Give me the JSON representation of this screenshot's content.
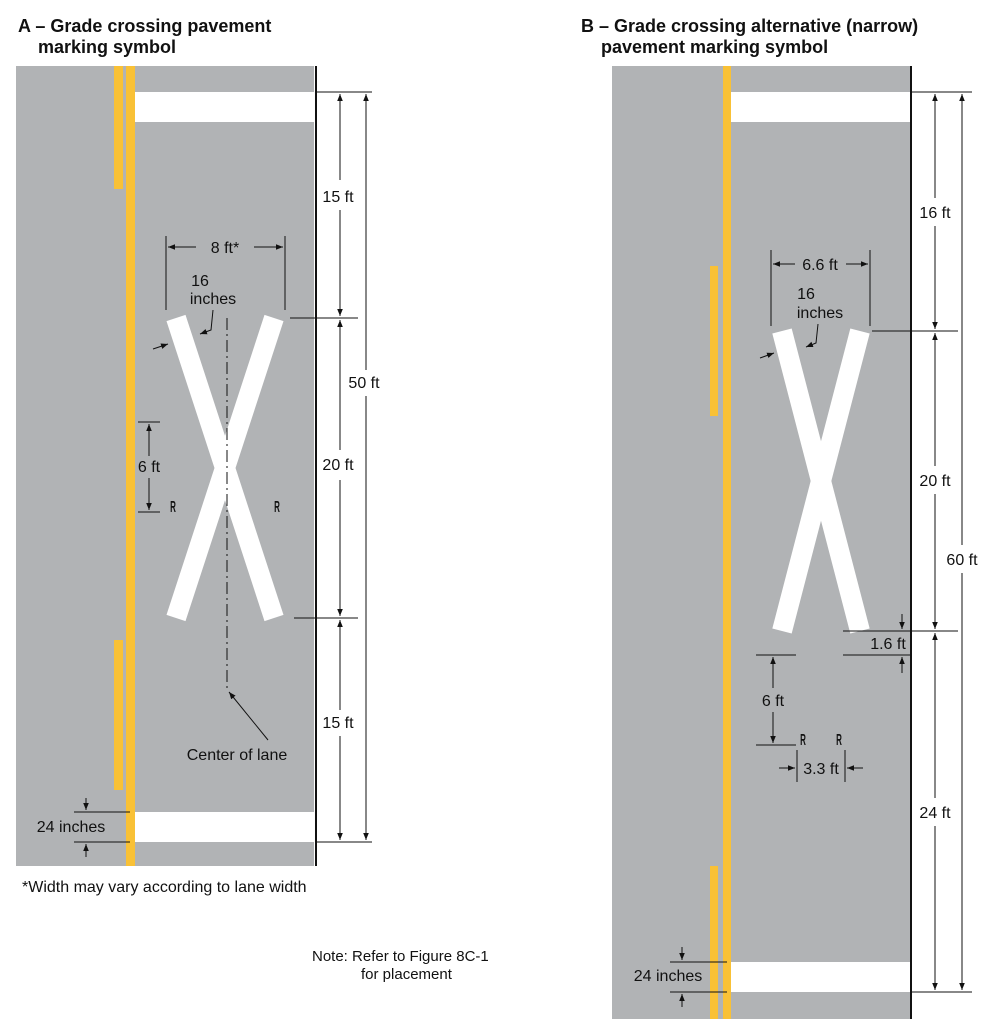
{
  "panel_a": {
    "title_line1": "A – Grade crossing pavement",
    "title_line2": "marking symbol",
    "dim_top": "15 ft",
    "dim_x_width": "8 ft*",
    "dim_stroke": "16",
    "dim_stroke_unit": "inches",
    "dim_total": "50 ft",
    "dim_middle": "20 ft",
    "dim_letter_height": "6 ft",
    "dim_bottom": "15 ft",
    "center_label": "Center of lane",
    "dim_line_width": "24 inches",
    "letter_left": "R",
    "letter_right": "R",
    "footnote": "*Width may vary according to lane width"
  },
  "panel_b": {
    "title_line1": "B – Grade crossing alternative (narrow)",
    "title_line2": "pavement marking symbol",
    "dim_top": "16 ft",
    "dim_x_width": "6.6 ft",
    "dim_stroke": "16",
    "dim_stroke_unit": "inches",
    "dim_middle": "20 ft",
    "dim_total": "60 ft",
    "dim_gap": "1.6 ft",
    "dim_letter_height": "6 ft",
    "dim_letter_spacing": "3.3 ft",
    "dim_bottom": "24 ft",
    "dim_line_width": "24 inches",
    "letter_left": "R",
    "letter_right": "R"
  },
  "note": {
    "line1": "Note:  Refer to Figure 8C-1",
    "line2": "for placement"
  },
  "colors": {
    "pavement": "#b1b3b5",
    "yellow": "#f9c136",
    "white": "#ffffff",
    "line": "#111111"
  }
}
